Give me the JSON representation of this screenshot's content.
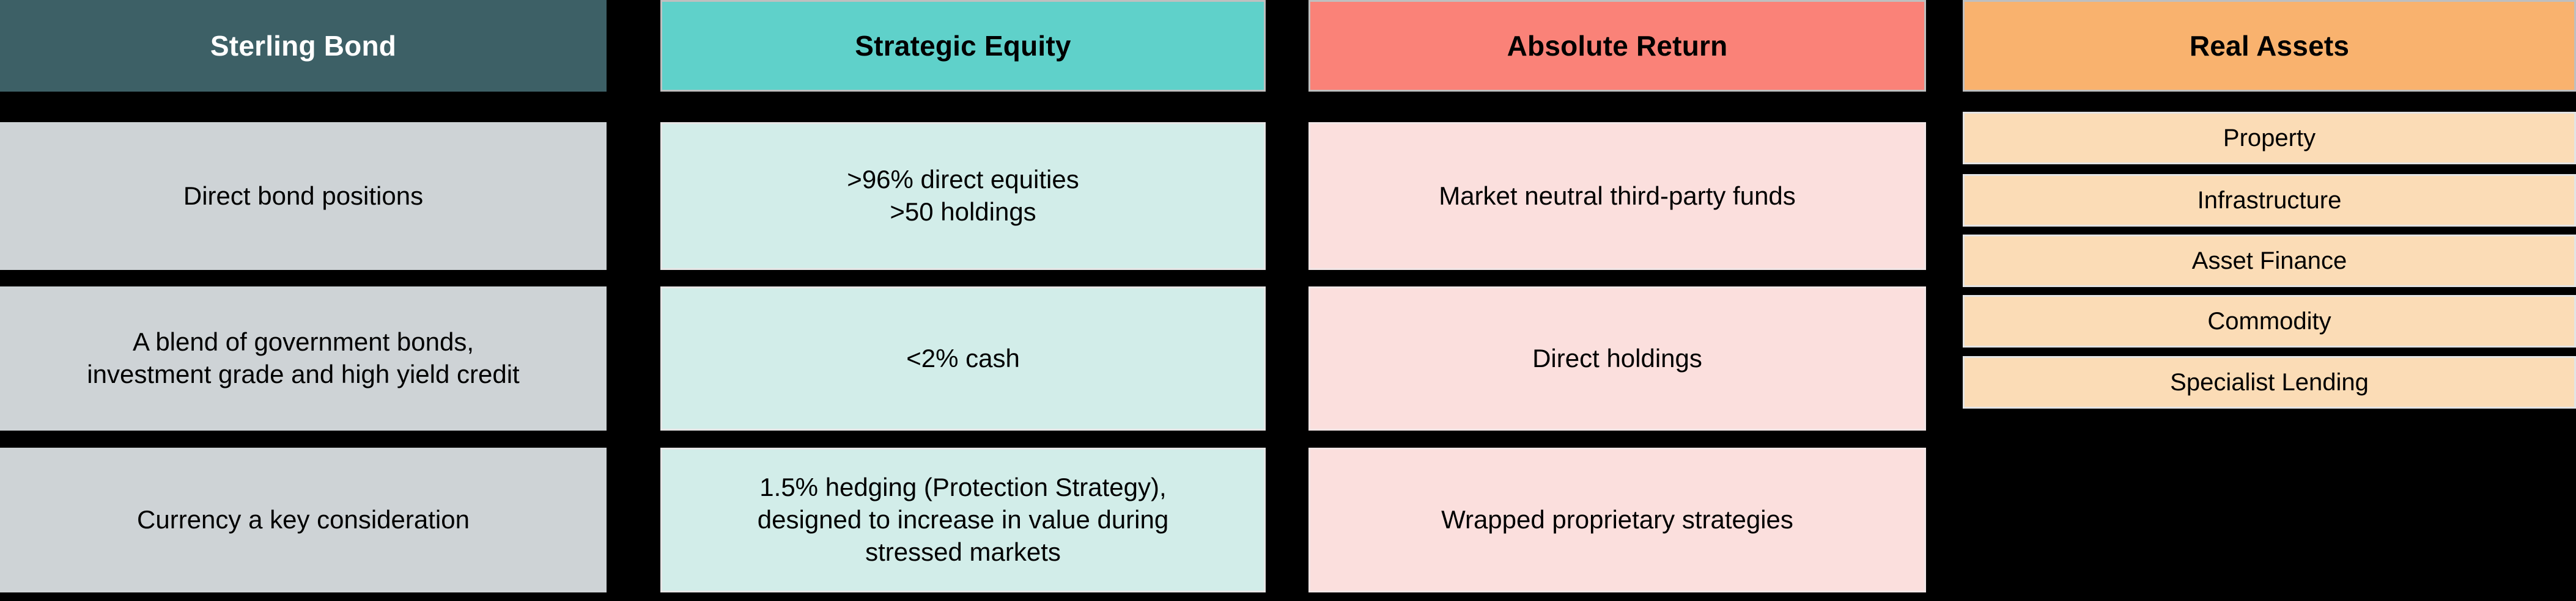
{
  "palette": {
    "background": "#000000",
    "sterling_bond_header_bg": "#3D6066",
    "sterling_bond_header_text": "#FFFFFF",
    "sterling_bond_cell_bg": "#CED3D6",
    "strategic_equity_header_bg": "#5FD1CA",
    "strategic_equity_cell_bg": "#D2EDE9",
    "absolute_return_header_bg": "#FA8278",
    "absolute_return_cell_bg": "#FBDFDD",
    "real_assets_header_bg": "#F9B26E",
    "real_assets_cell_bg": "#FBDCB6",
    "body_text": "#000000"
  },
  "columns": [
    {
      "header": "Sterling Bond",
      "cells": [
        "Direct bond positions",
        "A blend of government bonds,\ninvestment grade and high yield credit",
        "Currency a key consideration"
      ]
    },
    {
      "header": "Strategic Equity",
      "cells": [
        ">96% direct equities\n>50 holdings",
        "<2% cash",
        "1.5% hedging (Protection Strategy),\ndesigned to increase in value during\nstressed markets"
      ]
    },
    {
      "header": "Absolute Return",
      "cells": [
        "Market neutral third-party funds",
        "Direct holdings",
        "Wrapped proprietary strategies"
      ]
    },
    {
      "header": "Real Assets",
      "cells": [
        "Property",
        "Infrastructure",
        "Asset Finance",
        "Commodity",
        "Specialist Lending"
      ]
    }
  ]
}
